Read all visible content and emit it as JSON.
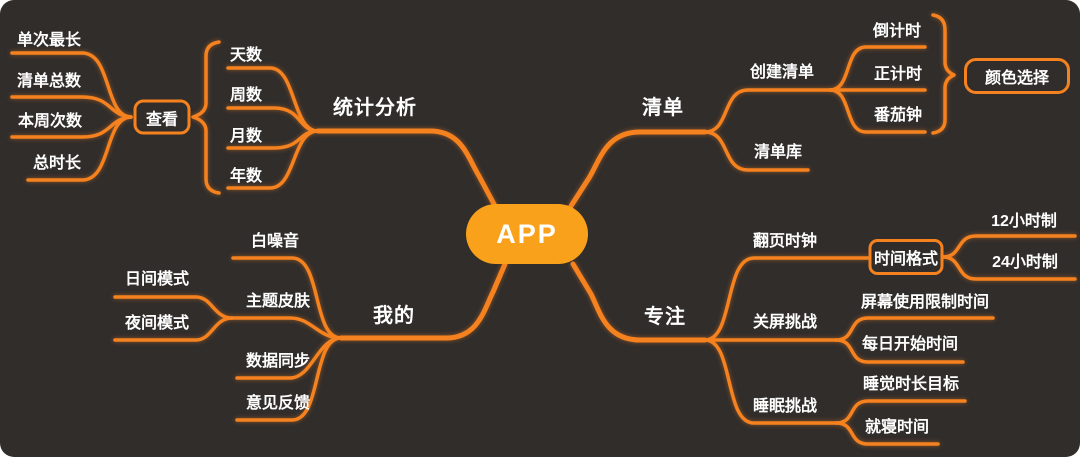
{
  "colors": {
    "page_background": "#FFFFFF",
    "canvas_background": "#312D2B",
    "line": "#F5821F",
    "node_fill": "#F9A11B",
    "text": "#FFFFFF"
  },
  "map": {
    "root": "APP",
    "stats": {
      "label": "统计分析",
      "periods": [
        "天数",
        "周数",
        "月数",
        "年数"
      ],
      "view": {
        "label": "查看",
        "metrics": [
          "单次最长",
          "清单总数",
          "本周次数",
          "总时长"
        ]
      }
    },
    "list": {
      "label": "清单",
      "create": {
        "label": "创建清单",
        "timer_types": [
          "倒计时",
          "正计时",
          "番茄钟"
        ],
        "color_select": "颜色选择"
      },
      "library": "清单库"
    },
    "mine": {
      "label": "我的",
      "white_noise": "白噪音",
      "theme_skin": {
        "label": "主题皮肤",
        "modes": [
          "日间模式",
          "夜间模式"
        ]
      },
      "data_sync": "数据同步",
      "feedback": "意见反馈"
    },
    "focus": {
      "label": "专注",
      "flip_clock": {
        "label": "翻页时钟",
        "time_format": {
          "label": "时间格式",
          "options": [
            "12小时制",
            "24小时制"
          ]
        }
      },
      "screen_off": {
        "label": "关屏挑战",
        "items": [
          "屏幕使用限制时间",
          "每日开始时间"
        ]
      },
      "sleep": {
        "label": "睡眠挑战",
        "items": [
          "睡觉时长目标",
          "就寝时间"
        ]
      }
    }
  }
}
